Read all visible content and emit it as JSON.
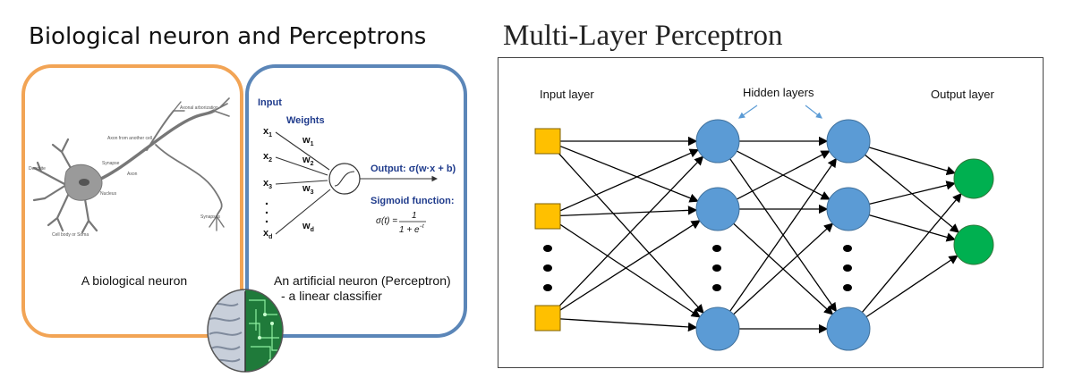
{
  "left": {
    "title": "Biological neuron and Perceptrons",
    "bio": {
      "caption": "A biological neuron",
      "labels": {
        "axonal_arborization": "Axonal arborization",
        "axon_from_another_cell": "Axon from another cell",
        "synapse": "Synapse",
        "axon": "Axon",
        "dendrite": "Dendrite",
        "nucleus": "Nucleus",
        "synapses": "Synapses",
        "cell_body": "Cell body or Soma"
      }
    },
    "perceptron": {
      "input_label": "Input",
      "weights_label": "Weights",
      "inputs": [
        "x",
        "x",
        "x",
        "x"
      ],
      "input_subs": [
        "1",
        "2",
        "3",
        "d"
      ],
      "weights": [
        "w",
        "w",
        "w",
        "w"
      ],
      "weight_subs": [
        "1",
        "2",
        "3",
        "d"
      ],
      "output_label": "Output: σ(w·x + b)",
      "sigmoid_label": "Sigmoid function:",
      "sigmoid_lhs": "σ(t) =",
      "sigmoid_num": "1",
      "sigmoid_den": "1 + e",
      "sigmoid_exp": "−t",
      "caption_line1": "An artificial neuron (Perceptron)",
      "caption_line2": "- a linear classifier"
    }
  },
  "right": {
    "title": "Multi-Layer Perceptron",
    "input_layer": "Input layer",
    "hidden_layers": "Hidden layers",
    "output_layer": "Output layer",
    "colors": {
      "input_node": "#ffc000",
      "hidden_node": "#5b9bd5",
      "output_node": "#00b050",
      "arrow": "#5b9bd5"
    }
  }
}
